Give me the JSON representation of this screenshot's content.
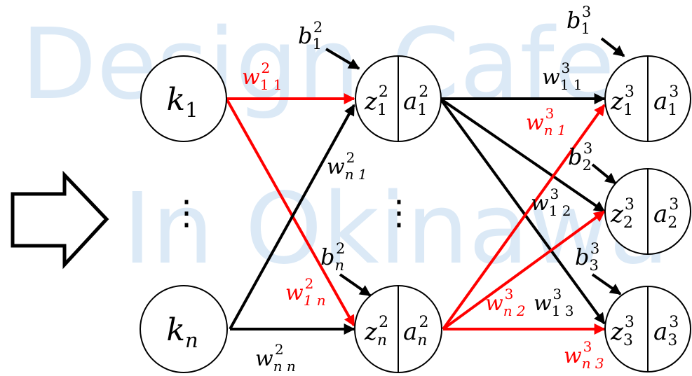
{
  "colors": {
    "black": "#000000",
    "red": "#ff0000",
    "watermark": "#dbe9f6"
  },
  "watermark": {
    "line1": "Design Cafe",
    "line2": "In Okinawa"
  },
  "icons": {
    "arrow": "right-arrow-outline-icon",
    "ellipsis": "vertical-ellipsis-icon"
  },
  "nodes": {
    "input_1": {
      "base": "k",
      "sub": "1"
    },
    "input_n": {
      "base": "k",
      "sub": "n"
    },
    "hidden_1": {
      "z": {
        "base": "z",
        "sub": "1",
        "sup": "2"
      },
      "a": {
        "base": "a",
        "sub": "1",
        "sup": "2"
      }
    },
    "hidden_n": {
      "z": {
        "base": "z",
        "sub": "n",
        "sup": "2"
      },
      "a": {
        "base": "a",
        "sub": "n",
        "sup": "2"
      }
    },
    "output_1": {
      "z": {
        "base": "z",
        "sub": "1",
        "sup": "3"
      },
      "a": {
        "base": "a",
        "sub": "1",
        "sup": "3"
      }
    },
    "output_2": {
      "z": {
        "base": "z",
        "sub": "2",
        "sup": "3"
      },
      "a": {
        "base": "a",
        "sub": "2",
        "sup": "3"
      }
    },
    "output_3": {
      "z": {
        "base": "z",
        "sub": "3",
        "sup": "3"
      },
      "a": {
        "base": "a",
        "sub": "3",
        "sup": "3"
      }
    }
  },
  "biases": {
    "b2_1": {
      "base": "b",
      "sub": "1",
      "sup": "2"
    },
    "b2_n": {
      "base": "b",
      "sub": "n",
      "sup": "2"
    },
    "b3_1": {
      "base": "b",
      "sub": "1",
      "sup": "3"
    },
    "b3_2": {
      "base": "b",
      "sub": "2",
      "sup": "3"
    },
    "b3_3": {
      "base": "b",
      "sub": "3",
      "sup": "3"
    }
  },
  "weights": {
    "w2_11": {
      "base": "w",
      "sub": "1 1",
      "sup": "2"
    },
    "w2_n1": {
      "base": "w",
      "sub": "n 1",
      "sup": "2"
    },
    "w2_1n": {
      "base": "w",
      "sub": "1 n",
      "sup": "2"
    },
    "w2_nn": {
      "base": "w",
      "sub": "n n",
      "sup": "2"
    },
    "w3_11": {
      "base": "w",
      "sub": "1 1",
      "sup": "3"
    },
    "w3_n1": {
      "base": "w",
      "sub": "n 1",
      "sup": "3"
    },
    "w3_12": {
      "base": "w",
      "sub": "1 2",
      "sup": "3"
    },
    "w3_n2": {
      "base": "w",
      "sub": "n 2",
      "sup": "3"
    },
    "w3_13": {
      "base": "w",
      "sub": "1 3",
      "sup": "3"
    },
    "w3_n3": {
      "base": "w",
      "sub": "n 3",
      "sup": "3"
    }
  },
  "ellipsis": {
    "input": "⋮",
    "hidden": "⋮"
  }
}
